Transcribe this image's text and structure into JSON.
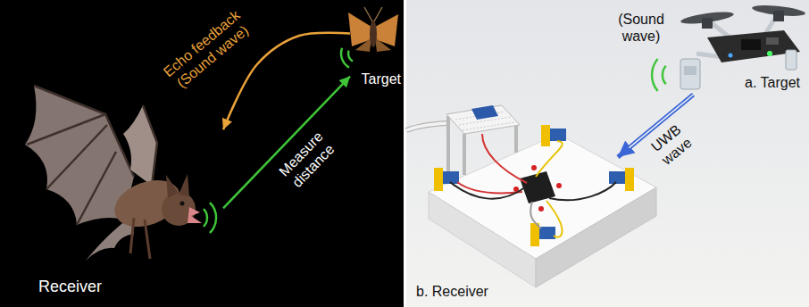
{
  "diagram": {
    "nodes": [
      {
        "text": [
          "Receiver"
        ]
      },
      {
        "text": [
          "Target"
        ]
      },
      {
        "text": [
          "a. Target"
        ]
      },
      {
        "text": [
          "b. Receiver"
        ]
      }
    ],
    "edges": [
      {
        "from": 0,
        "to": 1,
        "arrow": "to",
        "label": "Measure distance"
      },
      {
        "from": 1,
        "to": 0,
        "arrow": "to",
        "label": "Echo feedback (Sound wave)"
      },
      {
        "from": 2,
        "to": 3,
        "arrow": "to",
        "label": "UWB wave"
      }
    ],
    "labels": [
      "(Sound wave)"
    ]
  }
}
